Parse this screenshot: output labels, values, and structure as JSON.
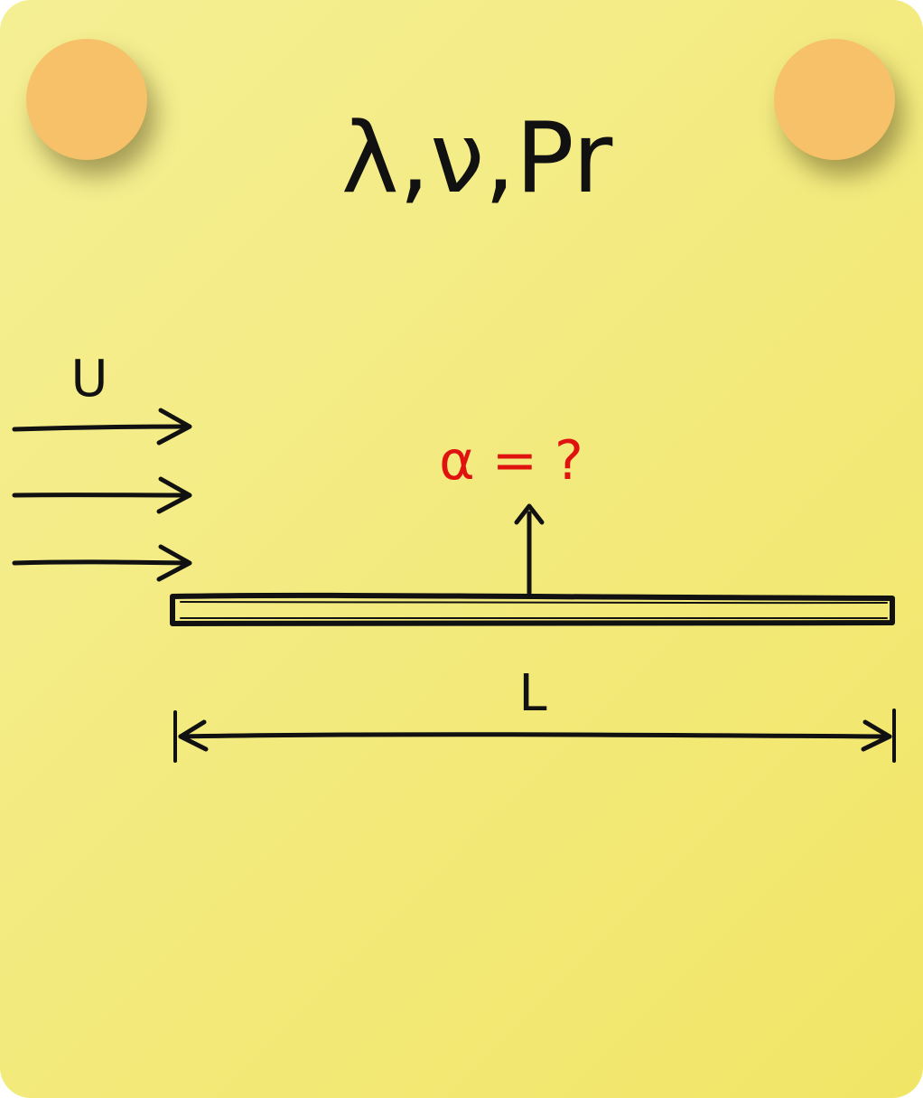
{
  "properties_label": "λ,ν,Pr",
  "velocity_label": "U",
  "heat_transfer_label": "α = ?",
  "length_label": "L",
  "colors": {
    "note_background": "#f3ea7e",
    "pin": "#f6c168",
    "ink": "#111111",
    "unknown_highlight": "#e0120f"
  }
}
